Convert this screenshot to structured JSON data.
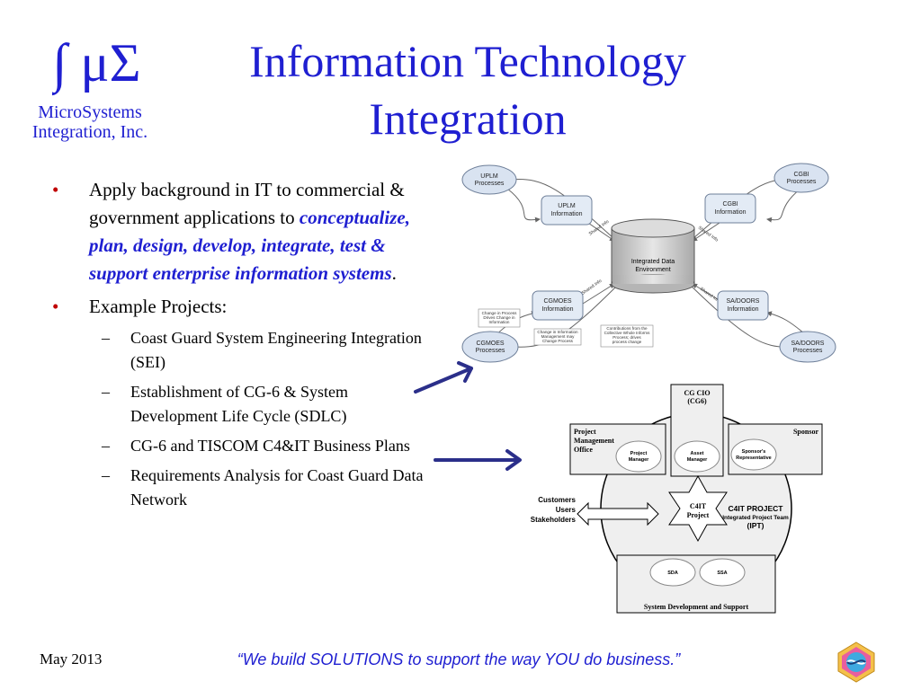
{
  "logo": {
    "symbol": "∫ μΣ",
    "name_line1": "MicroSystems",
    "name_line2": "Integration, Inc."
  },
  "title": {
    "line1": "Information Technology",
    "line2": "Integration"
  },
  "bullets": {
    "item1": {
      "text_before": "Apply background in IT to commercial & government applications to ",
      "emphasis": "conceptualize, plan, design, develop, integrate, test & support enterprise information systems",
      "text_after": "."
    },
    "item2": {
      "text": "Example Projects:",
      "subitems": [
        "Coast Guard System Engineering Integration (SEI)",
        "Establishment of CG-6 & System Development Life Cycle (SDLC)",
        "CG-6 and TISCOM C4&IT Business Plans",
        "Requirements Analysis for Coast Guard Data Network"
      ]
    }
  },
  "data_diagram": {
    "center": {
      "line1": "Integrated Data",
      "line2": "Environment"
    },
    "process_ovals": {
      "uplm": {
        "line1": "UPLM",
        "line2": "Processes"
      },
      "cgbi": {
        "line1": "CGBI",
        "line2": "Processes"
      },
      "cgmoes": {
        "line1": "CGMOES",
        "line2": "Processes"
      },
      "sadoors": {
        "line1": "SA/DOORS",
        "line2": "Processes"
      }
    },
    "info_boxes": {
      "uplm": {
        "line1": "UPLM",
        "line2": "Information"
      },
      "cgbi": {
        "line1": "CGBI",
        "line2": "Information"
      },
      "cgmoes": {
        "line1": "CGMOES",
        "line2": "Information"
      },
      "sadoors": {
        "line1": "SA/DOORS",
        "line2": "Information"
      }
    },
    "shared_info_label": "Shared Info",
    "notes": {
      "left": [
        "Change in Process",
        "Drives Change in",
        "Information"
      ],
      "middle": [
        "Change in Information",
        "Management may",
        "Change Process"
      ],
      "right": [
        "Contributions from the",
        "Collective Whole Informs",
        "Process; drives",
        "process change"
      ]
    }
  },
  "org_chart": {
    "cg_cio": {
      "line1": "CG CIO",
      "line2": "(CG6)"
    },
    "pmo": {
      "line1": "Project",
      "line2": "Management",
      "line3": "Office"
    },
    "sponsor": "Sponsor",
    "project_manager": {
      "line1": "Project",
      "line2": "Manager"
    },
    "asset_manager": {
      "line1": "Asset",
      "line2": "Manager"
    },
    "sponsor_rep": {
      "line1": "Sponsor's",
      "line2": "Representative"
    },
    "stakeholders": {
      "line1": "Customers",
      "line2": "Users",
      "line3": "Stakeholders"
    },
    "star": {
      "line1": "C4IT",
      "line2": "Project"
    },
    "ipt": {
      "line1": "C4IT PROJECT",
      "line2": "Integrated Project Team",
      "line3": "(IPT)"
    },
    "sda": "SDA",
    "ssa": "SSA",
    "support": "System Development and Support"
  },
  "footer": {
    "date": "May 2013",
    "slogan": "“We build SOLUTIONS to support the way YOU do business.”"
  },
  "colors": {
    "title_blue": "#1f1fd1",
    "bullet_red": "#c00000",
    "arrow_navy": "#2b2f8a",
    "oval_fill": "#d9e3f1",
    "box_fill": "#e3ebf5"
  }
}
